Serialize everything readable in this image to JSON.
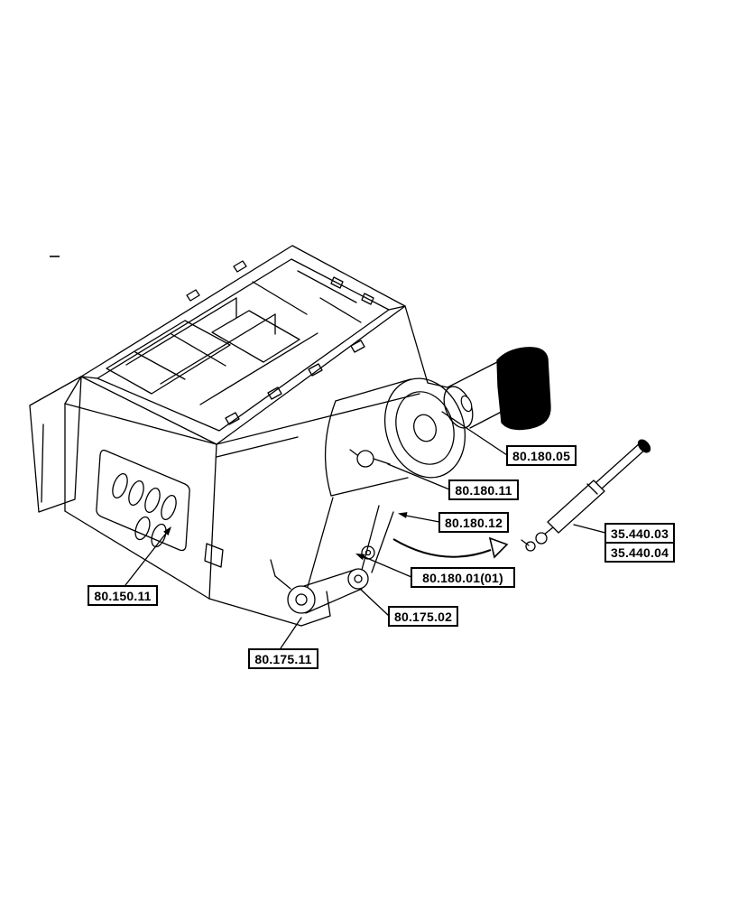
{
  "figure": {
    "background_color": "#ffffff",
    "line_color": "#000000",
    "kind": "isometric parts line drawing with callout labels"
  },
  "labels": [
    {
      "text": "80.180.05"
    },
    {
      "text": "80.180.11"
    },
    {
      "text": "80.180.12"
    },
    {
      "text": "35.440.03"
    },
    {
      "text": "35.440.04"
    },
    {
      "text": "80.180.01(01)"
    },
    {
      "text": "80.175.02"
    },
    {
      "text": "80.175.11"
    },
    {
      "text": "80.150.11"
    }
  ]
}
